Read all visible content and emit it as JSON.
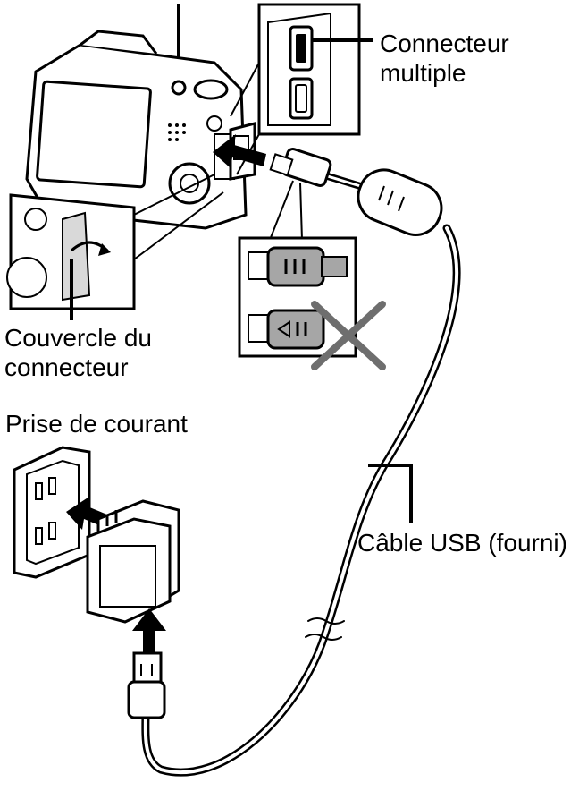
{
  "labels": {
    "multi_connector": [
      "Connecteur",
      "multiple"
    ],
    "connector_cover": [
      "Couvercle du",
      "connecteur"
    ],
    "power_outlet": "Prise de courant",
    "usb_cable": "Câble USB (fourni)"
  },
  "colors": {
    "line": "#000000",
    "plug_gray": "#a6a6a6",
    "cross_gray": "#6e6e6e",
    "panel_gray": "#d9d9d9",
    "background": "#ffffff"
  },
  "icons": [
    "camera",
    "ac-adapter",
    "wall-outlet",
    "usb-cable",
    "ferrite-core",
    "plug-correct",
    "plug-wrong",
    "cross-mark",
    "insert-arrow"
  ]
}
